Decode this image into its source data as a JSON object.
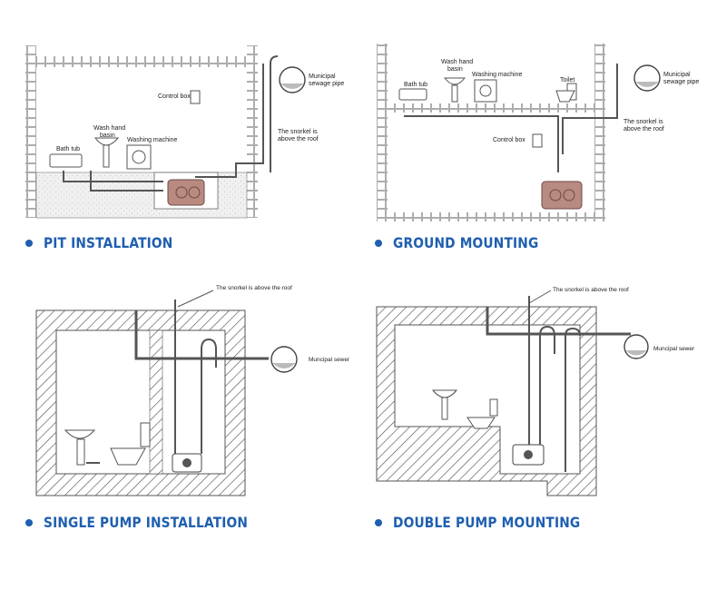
{
  "panels": [
    {
      "caption": "PIT INSTALLATION",
      "labels": {
        "sewage": [
          "Municipal",
          "sewage pipe"
        ],
        "control_box": "Control box",
        "snorkel": [
          "The snorkel is",
          "above the roof"
        ],
        "wash_basin": [
          "Wash hand",
          "basin"
        ],
        "washing_machine": "Washing machine",
        "bath_tub": "Bath tub"
      }
    },
    {
      "caption": "GROUND MOUNTING",
      "labels": {
        "wash_basin": [
          "Wash hand",
          "basin"
        ],
        "washing_machine": "Washing machine",
        "bath_tub": "Bath tub",
        "toilet": "Toilet",
        "sewage": [
          "Municipal",
          "sewage pipe"
        ],
        "snorkel": [
          "The snorkel is",
          "above the roof"
        ],
        "control_box": "Control box"
      }
    },
    {
      "caption": "SINGLE PUMP INSTALLATION",
      "labels": {
        "snorkel": "The snorkel is above the roof",
        "sewer": "Muncipal sewer"
      }
    },
    {
      "caption": "DOUBLE PUMP MOUNTING",
      "labels": {
        "snorkel": "The snorkel is above the roof",
        "sewer": "Muncipal sewer"
      }
    }
  ],
  "colors": {
    "caption": "#1f5fb0",
    "pump": "#b88a80",
    "line": "#444444",
    "hatch": "#555555"
  }
}
